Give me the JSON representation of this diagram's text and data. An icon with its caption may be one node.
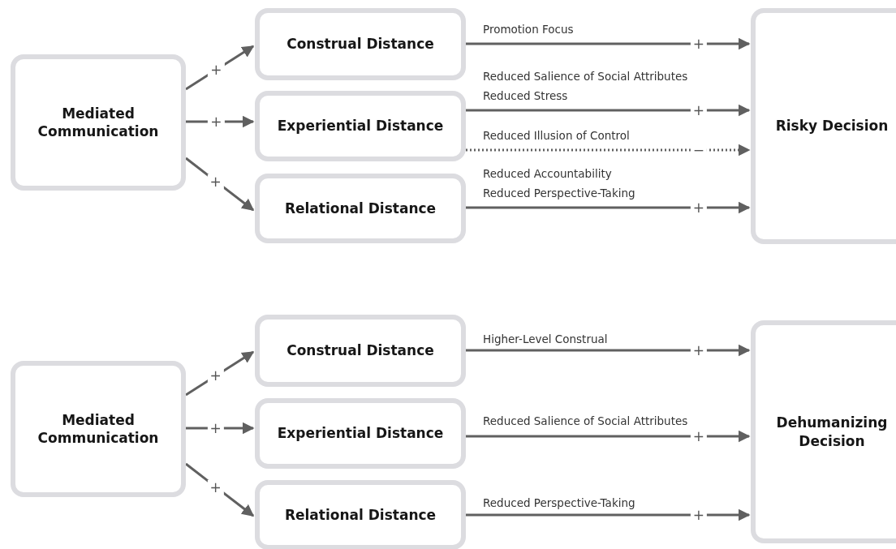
{
  "diagram": {
    "nodes": [
      {
        "text": [
          "Mediated Communication"
        ]
      },
      {
        "text": [
          "Construal Distance"
        ]
      },
      {
        "text": [
          "Experiential Distance"
        ]
      },
      {
        "text": [
          "Relational Distance"
        ]
      },
      {
        "text": [
          "Risky Decision"
        ]
      },
      {
        "text": [
          "Mediated Communication"
        ]
      },
      {
        "text": [
          "Construal Distance"
        ]
      },
      {
        "text": [
          "Experiential Distance"
        ]
      },
      {
        "text": [
          "Relational Distance"
        ]
      },
      {
        "text": [
          "Dehumanizing Decision"
        ]
      }
    ],
    "edges": [
      {
        "from": 0,
        "to": 1,
        "arrow": "to",
        "label": "+"
      },
      {
        "from": 0,
        "to": 2,
        "arrow": "to",
        "label": "+"
      },
      {
        "from": 0,
        "to": 3,
        "arrow": "to",
        "label": "+"
      },
      {
        "from": 1,
        "to": 4,
        "arrow": "to",
        "label": "+"
      },
      {
        "from": 2,
        "to": 4,
        "arrow": "to",
        "label": "+"
      },
      {
        "from": 2,
        "to": 4,
        "arrow": "to",
        "label": "−",
        "style": "dashed"
      },
      {
        "from": 3,
        "to": 4,
        "arrow": "to",
        "label": "+"
      },
      {
        "from": 5,
        "to": 6,
        "arrow": "to",
        "label": "+"
      },
      {
        "from": 5,
        "to": 7,
        "arrow": "to",
        "label": "+"
      },
      {
        "from": 5,
        "to": 8,
        "arrow": "to",
        "label": "+"
      },
      {
        "from": 6,
        "to": 9,
        "arrow": "to",
        "label": "+"
      },
      {
        "from": 7,
        "to": 9,
        "arrow": "to",
        "label": "+"
      },
      {
        "from": 8,
        "to": 9,
        "arrow": "to",
        "label": "+"
      }
    ],
    "labels": [
      "Promotion Focus",
      "Reduced Salience of Social Attributes",
      "Reduced Stress",
      "Reduced Illusion of Control",
      "Reduced Accountability",
      "Reduced Perspective-Taking",
      "Higher-Level Construal",
      "Reduced Salience of Social Attributes",
      "Reduced Perspective-Taking"
    ]
  }
}
